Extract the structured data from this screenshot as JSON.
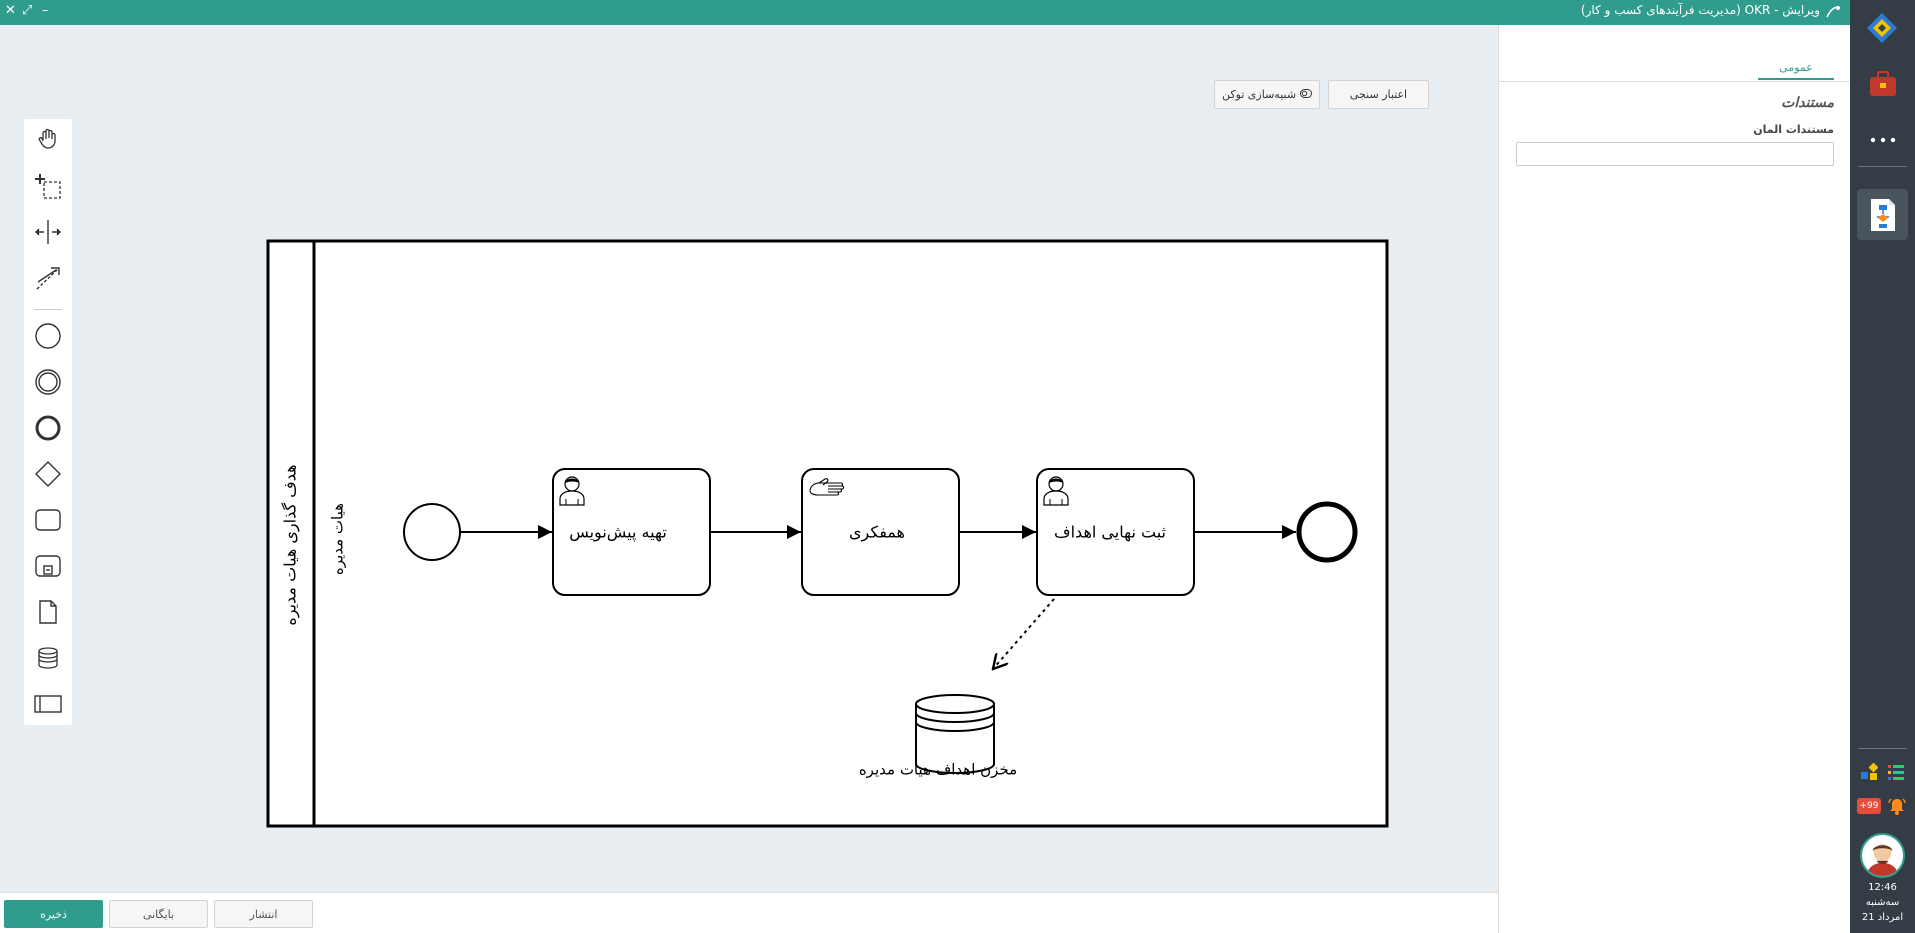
{
  "window": {
    "title": "ویرایش - OKR  (مدیریت فرآیندهای کسب و کار)"
  },
  "canvas_toolbar": {
    "validate_label": "اعتبار سنجی",
    "token_sim_label": "شبیه‌سازی توکن"
  },
  "diagram": {
    "pool_label": "هدف گذاری هیات مدیره",
    "lane_label": "هیات مدیره",
    "tasks": [
      {
        "label": "تهیه پیش‌نویس",
        "icon": "user-task-icon"
      },
      {
        "label": "همفکری",
        "icon": "manual-task-icon"
      },
      {
        "label": "ثبت نهایی اهداف",
        "icon": "user-task-icon"
      }
    ],
    "data_store_label": "مخزن اهداف هیات مدیره"
  },
  "bottom_bar": {
    "save_label": "ذخیره",
    "archive_label": "بایگانی",
    "publish_label": "انتشار"
  },
  "properties_panel": {
    "tab_general": "عمومی",
    "section_title": "مستندات",
    "field_label": "مستندات المان",
    "field_value": ""
  },
  "right_rail": {
    "notifications_badge": "+99",
    "time": "12:46",
    "weekday": "سه‌شنبه",
    "date": "21 امرداد"
  },
  "colors": {
    "accent": "#2f9c8e",
    "rail": "#343d45",
    "canvas": "#e9eef2"
  }
}
